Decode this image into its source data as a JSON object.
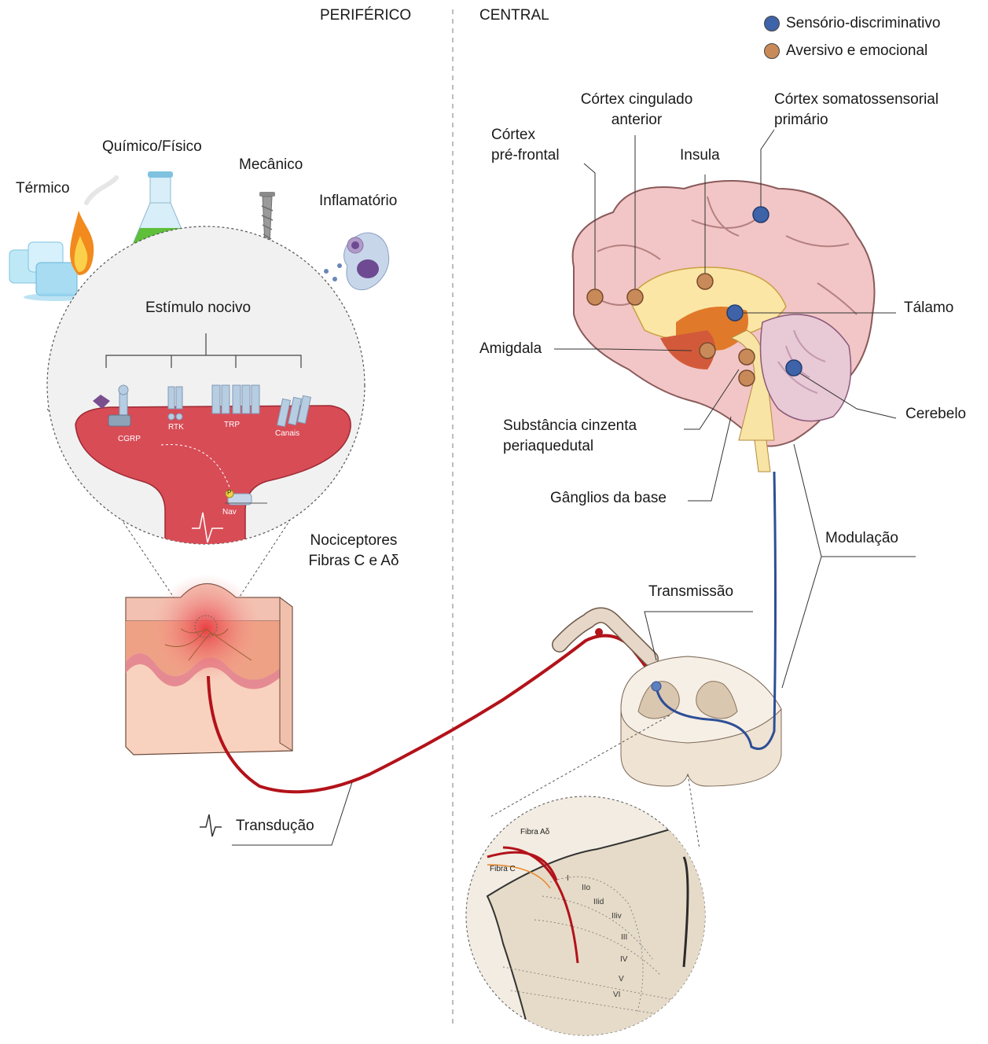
{
  "colors": {
    "sensory": "#3f63a8",
    "aversive": "#c98a5a",
    "nerve": "#b3121a",
    "tissue": "#d9515a",
    "cortex": "#f2c6c6",
    "inner": "#fbe6a6"
  },
  "header": {
    "peripheral": "PERIFÉRICO",
    "central": "CENTRAL"
  },
  "legend": {
    "sensory": "Sensório-discriminativo",
    "aversive": "Aversivo e emocional"
  },
  "stimuli": {
    "thermal": "Térmico",
    "chemical": "Químico/Físico",
    "mechanical": "Mecânico",
    "inflammatory": "Inflamatório",
    "noxious": "Estímulo nocivo"
  },
  "receptors": {
    "cgrp": "CGRP",
    "rtk": "RTK",
    "trp": "TRP",
    "channels": "Canais",
    "nav": "Nav",
    "p": "P"
  },
  "nociceptors": {
    "line1": "Nociceptores",
    "line2": "Fibras C e Aδ"
  },
  "brain": {
    "prefrontal_1": "Córtex",
    "prefrontal_2": "pré-frontal",
    "cingulate_1": "Córtex cingulado",
    "cingulate_2": "anterior",
    "insula": "Insula",
    "somato_1": "Córtex somatossensorial",
    "somato_2": "primário",
    "thalamus": "Tálamo",
    "amygdala": "Amigdala",
    "cerebellum": "Cerebelo",
    "pag_1": "Substância cinzenta",
    "pag_2": "periaquedutal",
    "basal": "Gânglios da base"
  },
  "process": {
    "modulation": "Modulação",
    "transmission": "Transmissão",
    "transduction": "Transdução"
  },
  "horn": {
    "fiber_ad": "Fibra Aδ",
    "fiber_c": "Fibra C",
    "laminae": [
      "I",
      "IIo",
      "IIid",
      "IIiv",
      "III",
      "IV",
      "V",
      "VI"
    ]
  }
}
